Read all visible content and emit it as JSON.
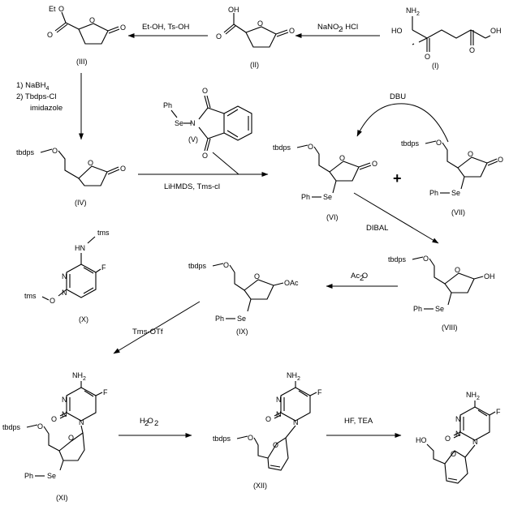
{
  "title": "Synthesis scheme of 5-fluoro-cytosine dideoxy-didehydro nucleoside from L-glutamic acid",
  "labels": {
    "et": "Et",
    "o": "O",
    "oh": "OH",
    "ho": "HO",
    "nh2": "NH",
    "nh2_sub": "2",
    "h": "H",
    "n": "N",
    "f": "F",
    "ph": "Ph",
    "se": "Se",
    "tbdps": "tbdps",
    "tms": "tms",
    "oac": "OAc",
    "ac": "Ac"
  },
  "compounds": {
    "I": "(I)",
    "II": "(II)",
    "III": "(III)",
    "IV": "(IV)",
    "V": "(V)",
    "VI": "(VI)",
    "VII": "(VII)",
    "VIII": "(VIII)",
    "IX": "(IX)",
    "X": "(X)",
    "XI": "(XI)",
    "XII": "(XII)"
  },
  "reagents": {
    "step1": "NaNO , HCl",
    "step1_sub": "2",
    "step2": "Et-OH,  Ts-OH",
    "step3_line1": "1) NaBH",
    "step3_line1_sub": "4",
    "step3_line2": "2) Tbdps-Cl",
    "step3_line3": "imidazole",
    "step4": "LiHMDS,  Tms-cl",
    "epimerization": "DBU",
    "step5": "DIBAL",
    "step6": "Ac O",
    "step6_sub": "2",
    "step7": "Tms-OTf",
    "step8": "H O",
    "step8_sub1": "2",
    "step8_sub2": "2",
    "step9": "HF,  TEA"
  },
  "plus": "+"
}
